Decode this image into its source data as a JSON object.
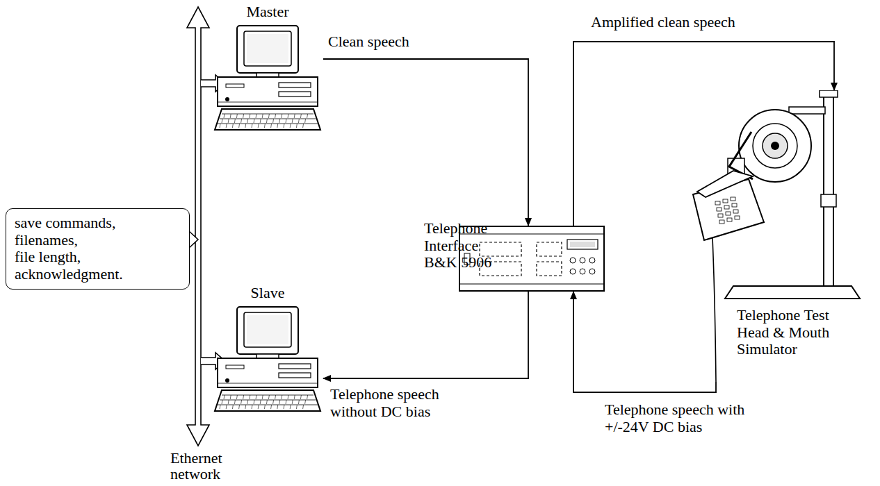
{
  "diagram": {
    "nodes": [
      {
        "text": [
          "Master"
        ]
      },
      {
        "text": [
          "Slave"
        ]
      },
      {
        "text": [
          "Telephone Interface B&K 5906"
        ]
      },
      {
        "text": [
          "Telephone Test Head & Mouth Simulator"
        ]
      },
      {
        "text": [
          "save commands, filenames, file length, acknowledgment."
        ]
      }
    ],
    "edges": [
      {
        "from": 0,
        "to": 2,
        "arrow": "to",
        "label": "Clean speech"
      },
      {
        "from": 2,
        "to": 3,
        "arrow": "to",
        "label": "Amplified clean speech"
      },
      {
        "from": 2,
        "to": 1,
        "arrow": "to",
        "label": "Telephone speech without DC bias"
      },
      {
        "from": 3,
        "to": 2,
        "arrow": "to",
        "label": "Telephone speech with +/-24V DC bias"
      }
    ],
    "labels": [
      "Ethernet network"
    ]
  }
}
